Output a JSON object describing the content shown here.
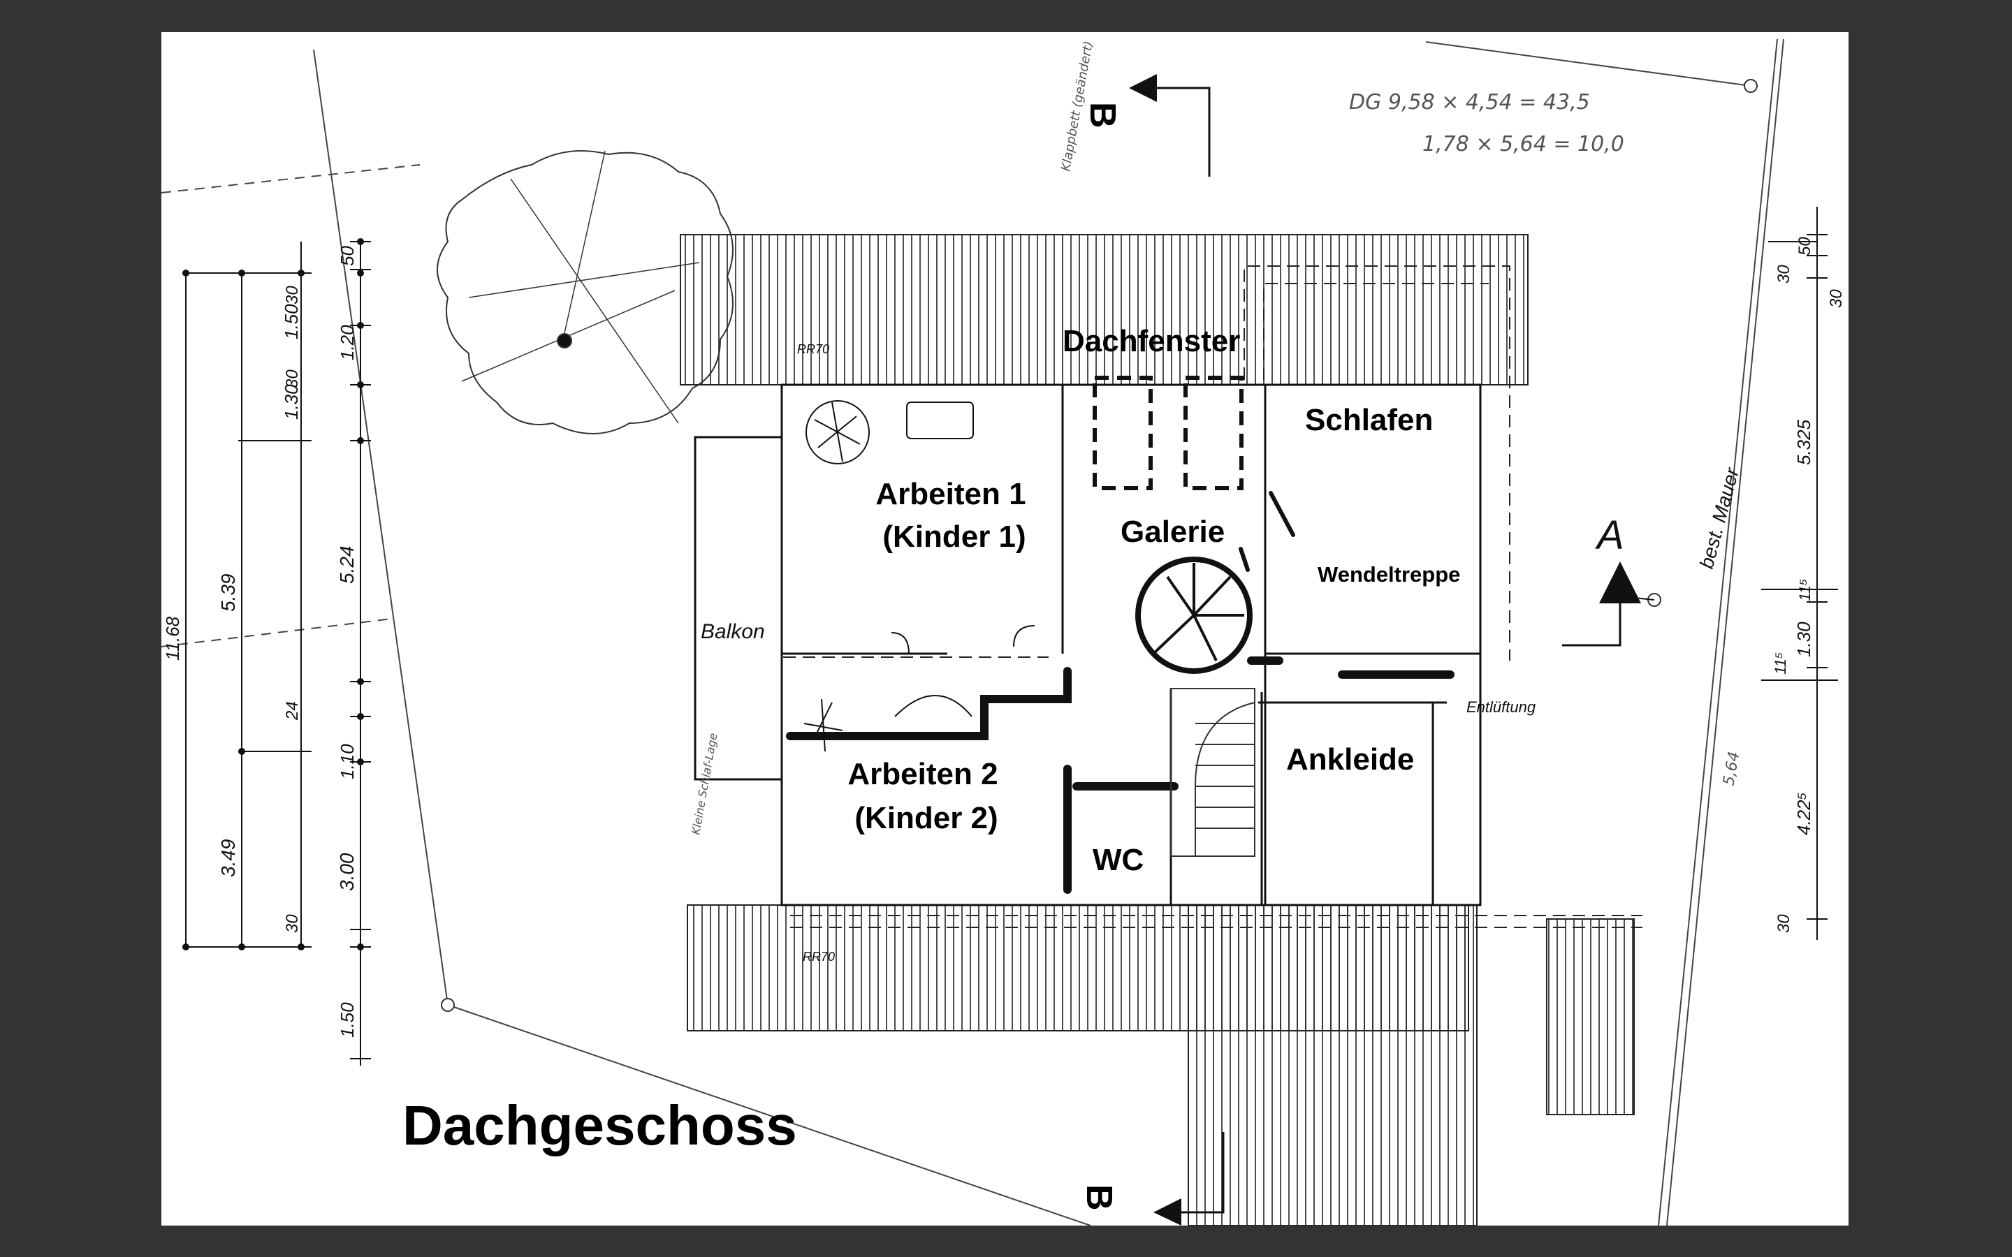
{
  "title": "Dachgeschoss",
  "rooms": {
    "dachfenster": "Dachfenster",
    "schlafen": "Schlafen",
    "galerie": "Galerie",
    "arbeiten1_line1": "Arbeiten 1",
    "arbeiten1_line2": "(Kinder 1)",
    "wendeltreppe": "Wendeltreppe",
    "arbeiten2_line1": "Arbeiten 2",
    "arbeiten2_line2": "(Kinder 2)",
    "ankleide": "Ankleide",
    "wc": "WC",
    "balkon": "Balkon",
    "entlueftung": "Entlüftung"
  },
  "section_marks": {
    "b_top": "B",
    "b_bottom": "B",
    "a_right": "A"
  },
  "plan_labels": {
    "rr_top": "RR70",
    "rr_bottom": "RR70",
    "wall": "best. Mauer"
  },
  "dimensions_left": {
    "outer": "11.68",
    "mid_a": "5.39",
    "mid_b": "3.49",
    "inner": [
      "50",
      "30",
      "1.50",
      "1.20",
      "1.30",
      "30",
      "5.24",
      "24",
      "1.10",
      "3.00",
      "30",
      "1.50"
    ]
  },
  "dimensions_right": [
    "50",
    "30",
    "30",
    "5.325",
    "11⁵",
    "1.30",
    "11⁵",
    "4.22⁵",
    "30"
  ],
  "notes": {
    "area_line1": "DG 9,58 × 4,54 = 43,5",
    "area_line2": "1,78 × 5,64 = 10,0",
    "klappbett": "Klappbett (geändert)",
    "balkon_note": "Kleine Schlaf-Lage",
    "right_margin": "5,64"
  }
}
